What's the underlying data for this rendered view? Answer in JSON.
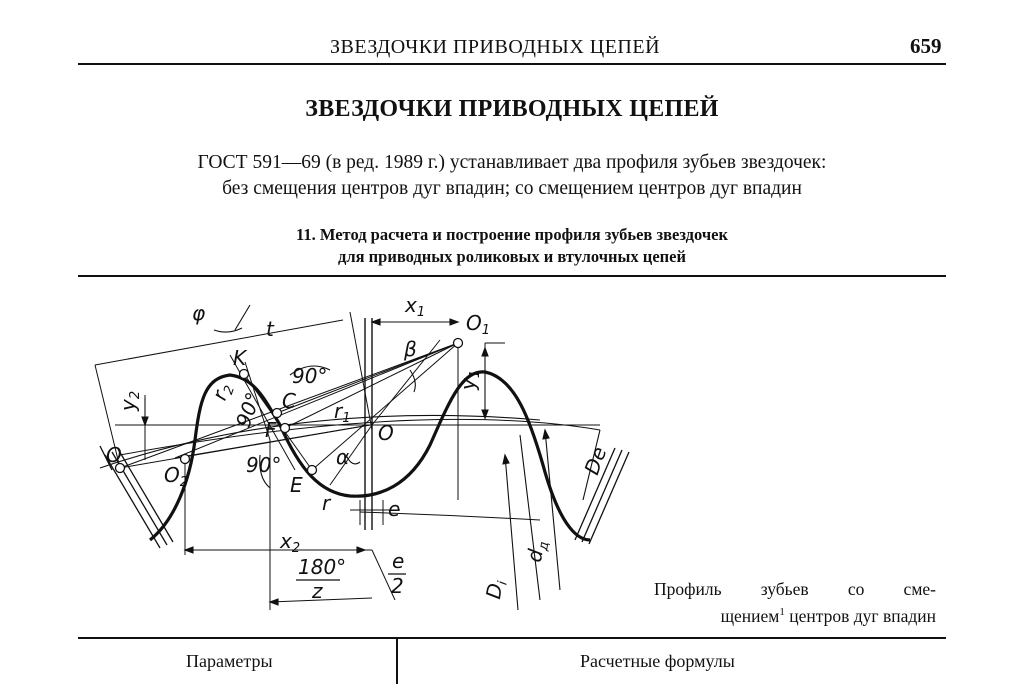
{
  "running_header": {
    "title": "ЗВЕЗДОЧКИ ПРИВОДНЫХ ЦЕПЕЙ",
    "page_number": "659"
  },
  "section_title": "ЗВЕЗДОЧКИ ПРИВОДНЫХ ЦЕПЕЙ",
  "intro": {
    "line1": "ГОСТ 591—69 (в ред. 1989 г.) устанавливает два профиля зубьев звездочек:",
    "line2": "без смещения центров дуг впадин; со смещением центров дуг впадин"
  },
  "table_caption": {
    "line1": "11. Метод расчета и построение профиля зубьев звездочек",
    "line2": "для приводных роликовых и втулочных цепей"
  },
  "figure": {
    "labels": {
      "phi": "φ",
      "t": "t",
      "x1": "x",
      "x1_sub": "1",
      "o1": "O",
      "o1_sub": "1",
      "beta": "β",
      "y1": "y",
      "y1_sub": "1",
      "deg90_top": "90°",
      "k": "K",
      "r2": "r",
      "r2_sub": "2",
      "deg90_left": "90°",
      "c": "C",
      "f": "F",
      "r1": "r",
      "r1_sub": "1",
      "o_center": "O",
      "y2": "y",
      "y2_sub": "2",
      "o_left": "O",
      "o2": "O",
      "o2_sub": "2",
      "deg90_bottom": "90°",
      "e_point": "E",
      "alpha": "α",
      "r": "r",
      "e": "e",
      "de": "De",
      "x2": "x",
      "x2_sub": "2",
      "frac180_num": "180°",
      "frac180_den": "z",
      "frac_e_num": "e",
      "frac_e_den": "2",
      "dd": "d",
      "dd_sub": "д",
      "di": "D",
      "di_sub": "i"
    },
    "caption_words": [
      "Профиль",
      "зубьев",
      "со",
      "сме-"
    ],
    "caption_line2": "щением",
    "caption_sup": "1",
    "caption_line2_rest": " центров дуг впадин"
  },
  "table": {
    "headers": [
      "Параметры",
      "Расчетные формулы"
    ]
  }
}
